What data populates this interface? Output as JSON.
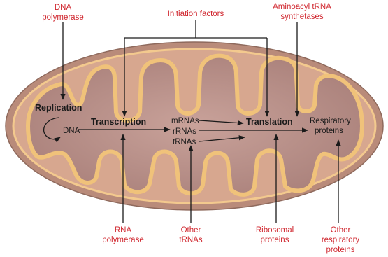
{
  "colors": {
    "outer_membrane": "#b98b7a",
    "outer_rim": "#f3c98e",
    "matrix": "#b48a83",
    "inner_membrane": "#f0c27a",
    "red_label": "#d0272f",
    "arrow": "#1a1a1a"
  },
  "external_labels": {
    "dna_polymerase": [
      "DNA",
      "polymerase"
    ],
    "initiation_factors": [
      "Initiation factors"
    ],
    "aminoacyl_trna_synthetases": [
      "Aminoacyl tRNA",
      "synthetases"
    ],
    "rna_polymerase": [
      "RNA",
      "polymerase"
    ],
    "other_trnas": [
      "Other",
      "tRNAs"
    ],
    "ribosomal_proteins": [
      "Ribosomal",
      "proteins"
    ],
    "other_respiratory_proteins": [
      "Other",
      "respiratory",
      "proteins"
    ]
  },
  "process_labels": {
    "replication": "Replication",
    "transcription": "Transcription",
    "translation": "Translation"
  },
  "molecule_labels": {
    "dna": "DNA",
    "mrnas": "mRNAs",
    "rrnas": "rRNAs",
    "trnas": "tRNAs",
    "respiratory_proteins": [
      "Respiratory",
      "proteins"
    ]
  }
}
